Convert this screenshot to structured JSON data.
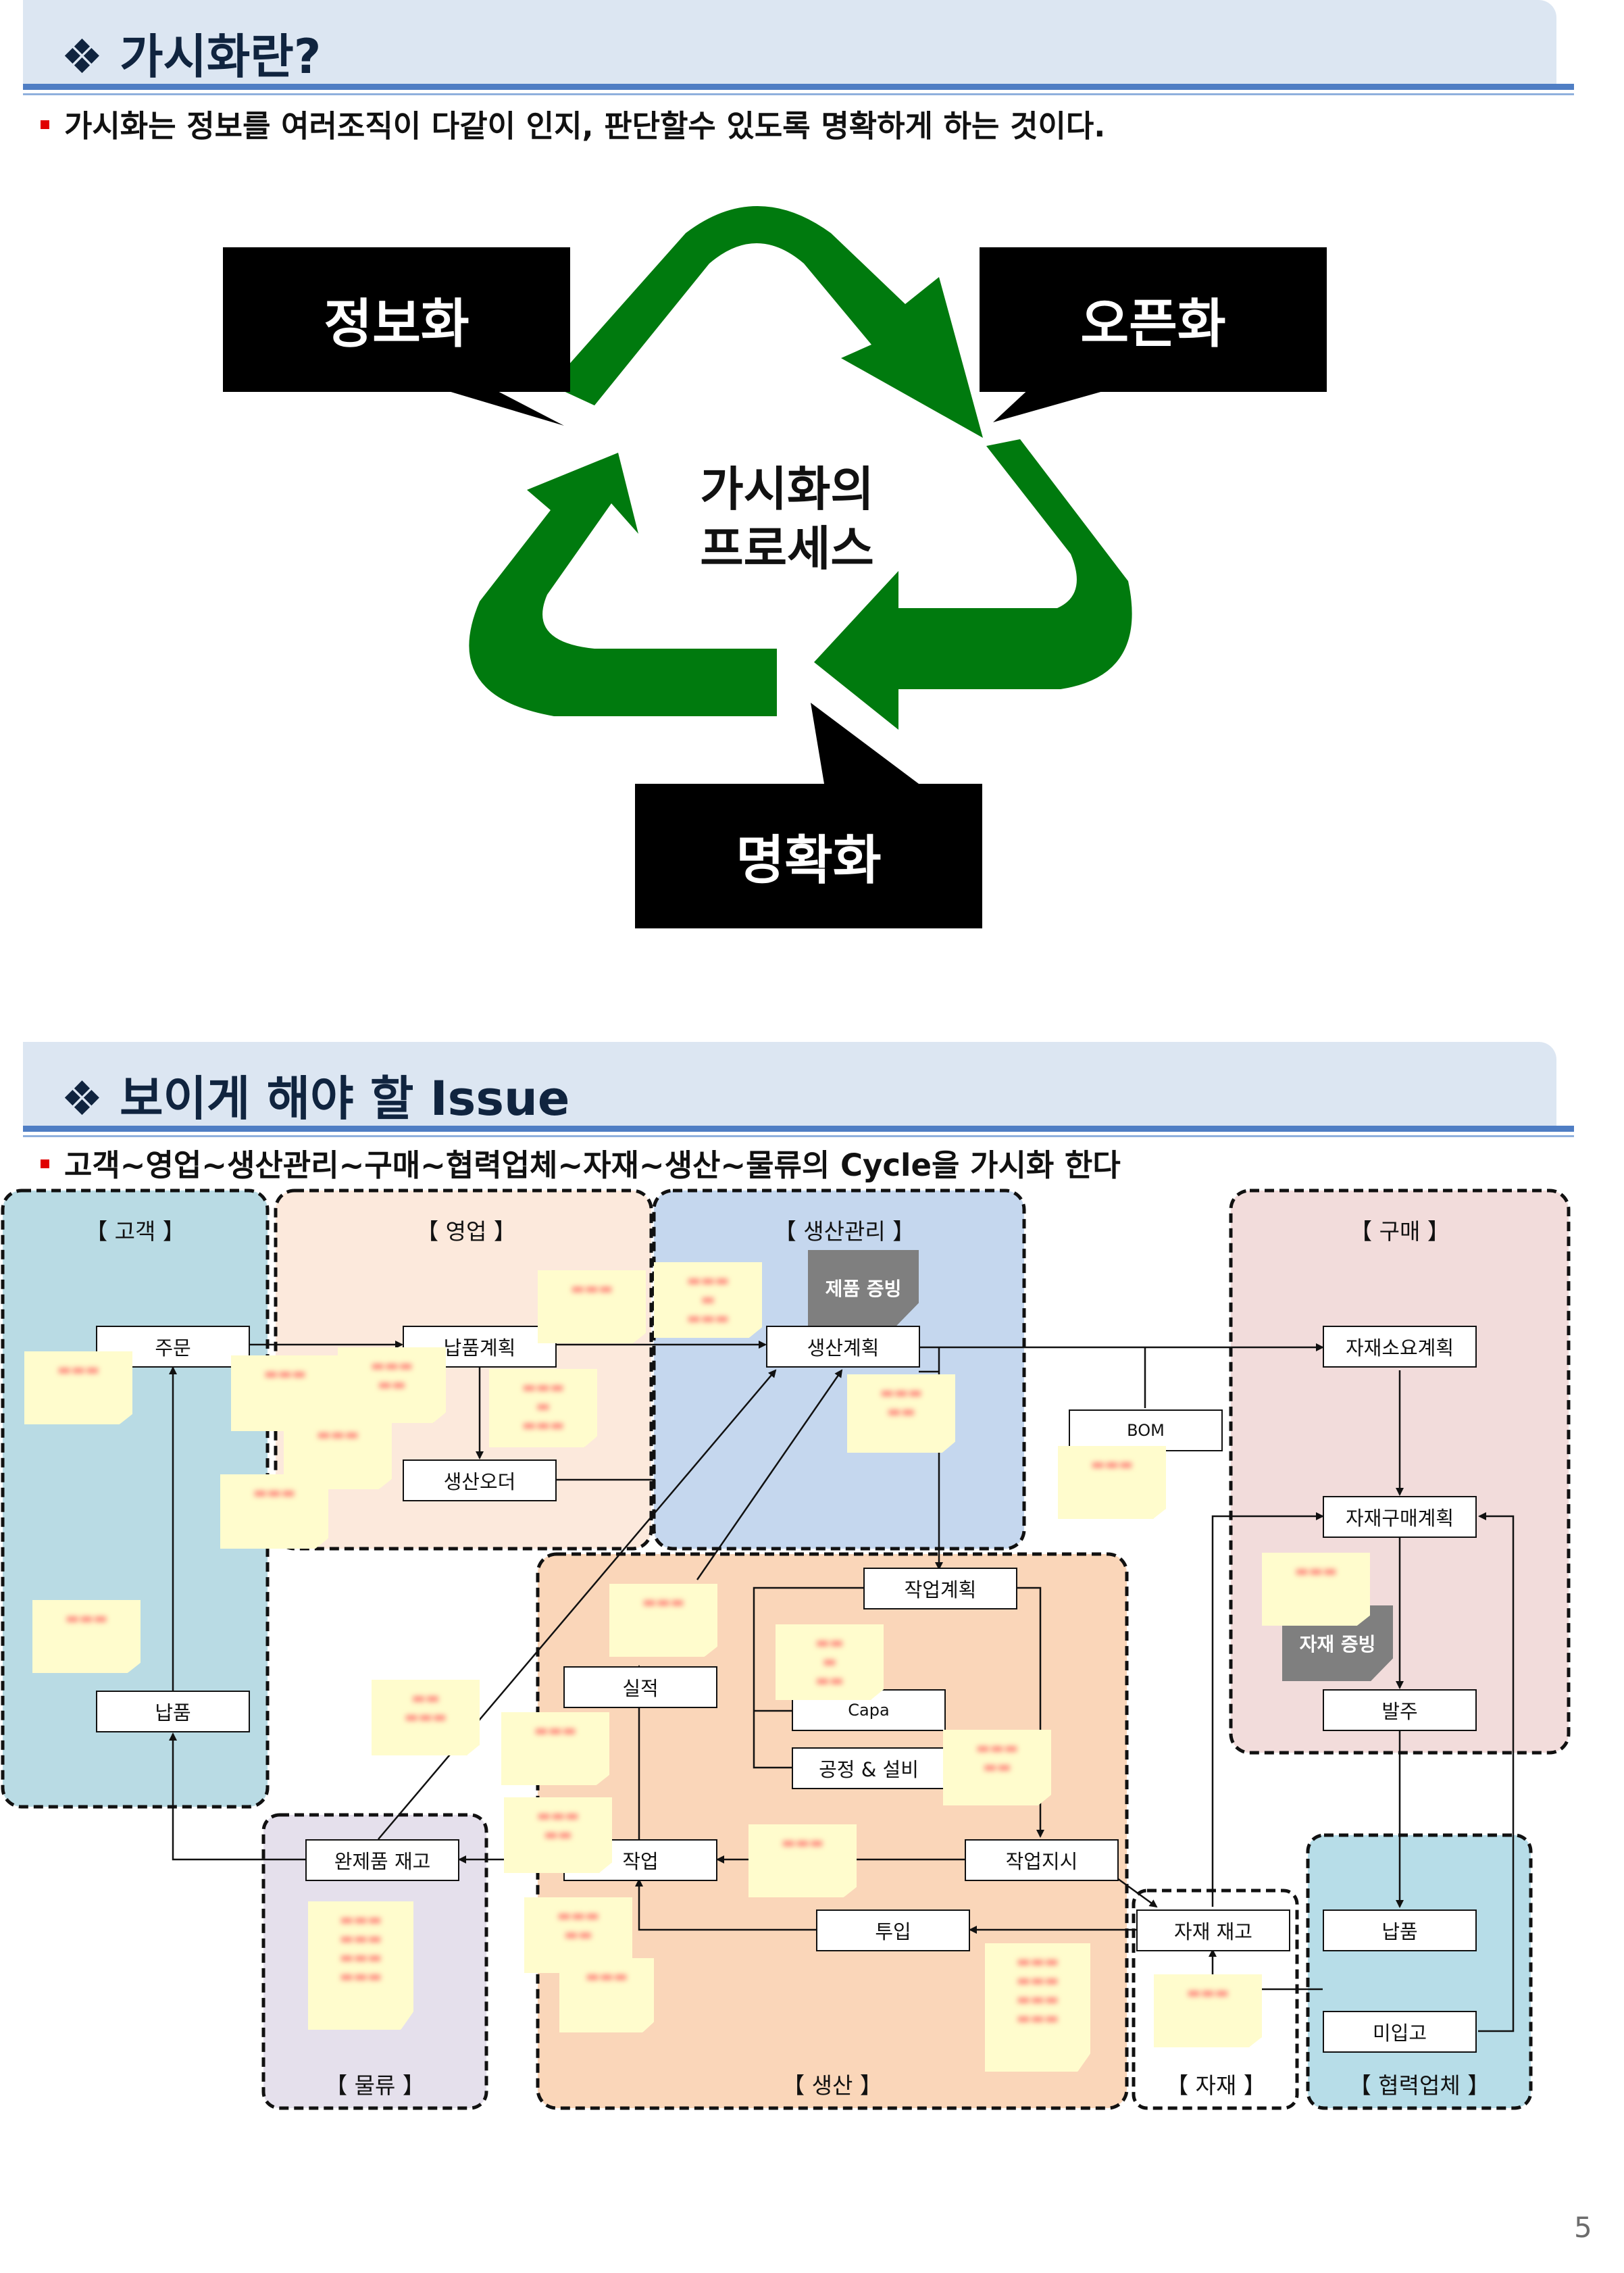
{
  "section1": {
    "title": "❖ 가시화란?",
    "bullet": "가시화는 정보를 여러조직이 다같이 인지, 판단할수 있도록 명확하게 하는 것이다.",
    "labels": {
      "info": "정보화",
      "open": "오픈화",
      "clear": "명확화"
    },
    "center": [
      "가시화의",
      "프로세스"
    ],
    "recycle_color": "#007a0e"
  },
  "section2": {
    "title": "❖ 보이게 해야 할 Issue",
    "bullet": "고객~영업~생산관리~구매~협력업체~자재~생산~물류의 Cycle을 가시화 한다",
    "lanes": {
      "customer": "【 고객 】",
      "sales": "【 영업 】",
      "prod_mgmt": "【 생산관리 】",
      "purchase": "【 구매 】",
      "logistics": "【 물류 】",
      "production": "【 생산 】",
      "material": "【 자재 】",
      "partner": "【 협력업체 】"
    },
    "nodes": {
      "order": "주문",
      "delivery_plan": "납품계획",
      "production_order": "생산오더",
      "production_plan": "생산계획",
      "bom": "BOM",
      "mrp": "자재소요계획",
      "purchase_plan": "자재구매계획",
      "purchase_order": "발주",
      "work_plan": "작업계획",
      "capa": "Capa",
      "process_equip": "공정 & 설비",
      "actual": "실적",
      "work_instruction": "작업지시",
      "work": "작업",
      "input": "투입",
      "finished_inventory": "완제품 재고",
      "material_inventory": "자재 재고",
      "customer_delivery": "납품",
      "supplier_delivery": "납품",
      "not_received": "미입고"
    },
    "tags": {
      "product_evidence": "제품 증빙",
      "material_evidence": "자재 증빙"
    },
    "lane_colors": {
      "customer": "#b9dbe4",
      "sales": "#fce9dc",
      "prod_mgmt": "#c5d7ee",
      "purchase": "#f2dcdb",
      "logistics": "#e5e0ec",
      "production": "#fad6b9",
      "material": "#ffffff",
      "partner": "#b7dde8"
    }
  },
  "page_number": "5"
}
